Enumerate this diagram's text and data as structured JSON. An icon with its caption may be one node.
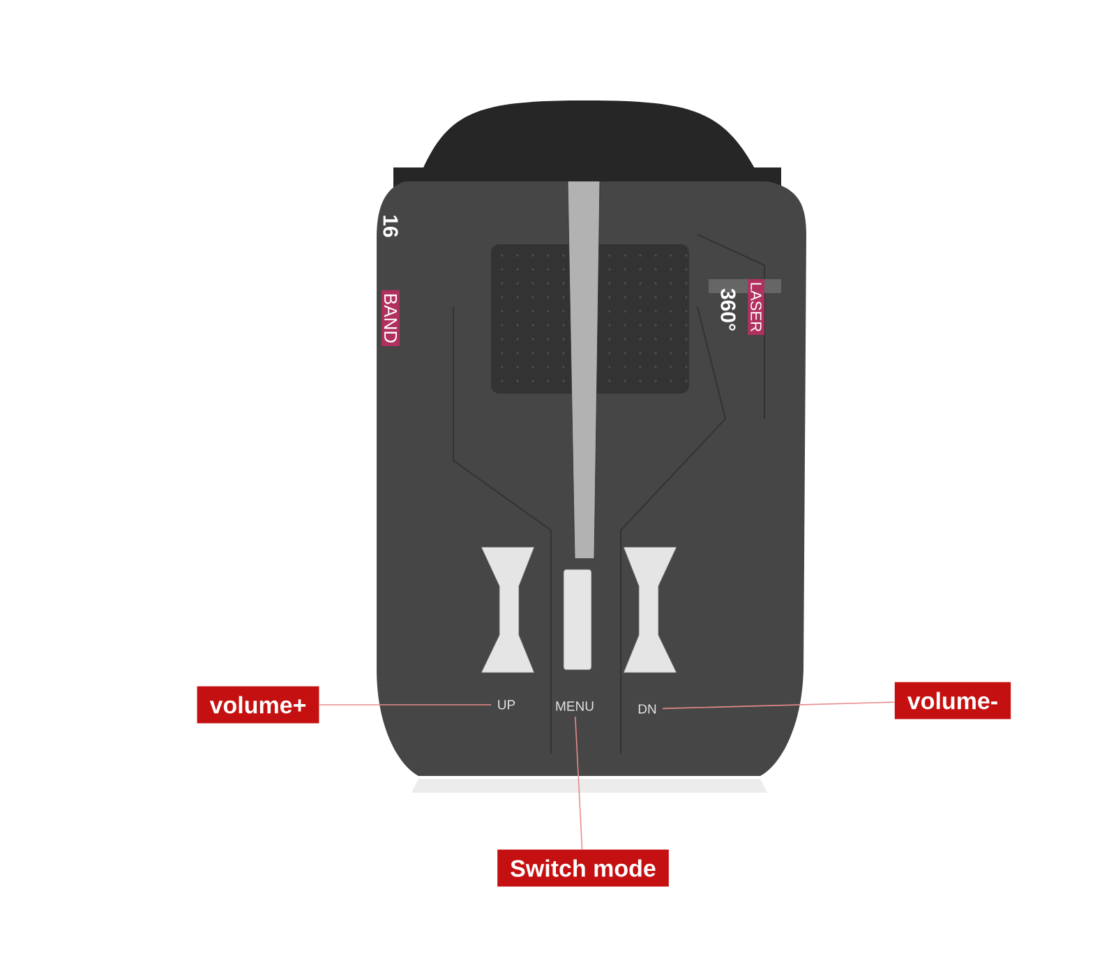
{
  "diagram": {
    "nodes": [
      {
        "text": [
          "volume+"
        ]
      },
      {
        "text": [
          "volume-"
        ]
      },
      {
        "text": [
          "Switch mode"
        ]
      },
      {
        "text": [
          "UP"
        ]
      },
      {
        "text": [
          "MENU"
        ]
      },
      {
        "text": [
          "DN"
        ]
      }
    ],
    "edges": [
      {
        "from": 0,
        "to": 3,
        "arrow": "none"
      },
      {
        "from": 1,
        "to": 5,
        "arrow": "none"
      },
      {
        "from": 2,
        "to": 4,
        "arrow": "none"
      }
    ],
    "labels": [
      "16",
      "BAND",
      "360°",
      "LASER"
    ]
  }
}
